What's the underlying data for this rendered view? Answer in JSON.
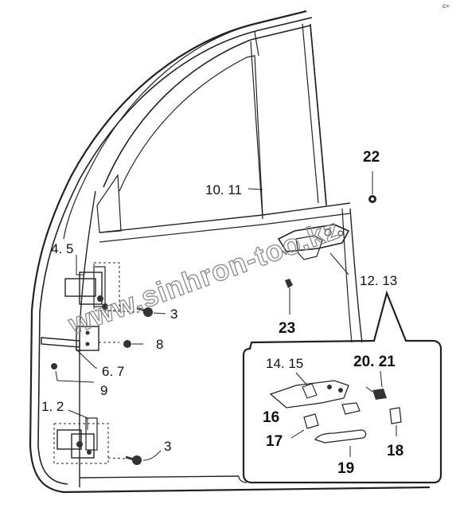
{
  "labels": {
    "p22": "22",
    "p1011": "10. 11",
    "p1213": "12. 13",
    "p23": "23",
    "p45": "4. 5",
    "p3a": "3",
    "p8": "8",
    "p67": "6. 7",
    "p9": "9",
    "p12": "1. 2",
    "p3b": "3",
    "p1415": "14. 15",
    "p2021": "20. 21",
    "p16": "16",
    "p17": "17",
    "p18": "18",
    "p19": "19"
  },
  "watermark": "www.sinhron-too.kz",
  "corner_mark": "c="
}
